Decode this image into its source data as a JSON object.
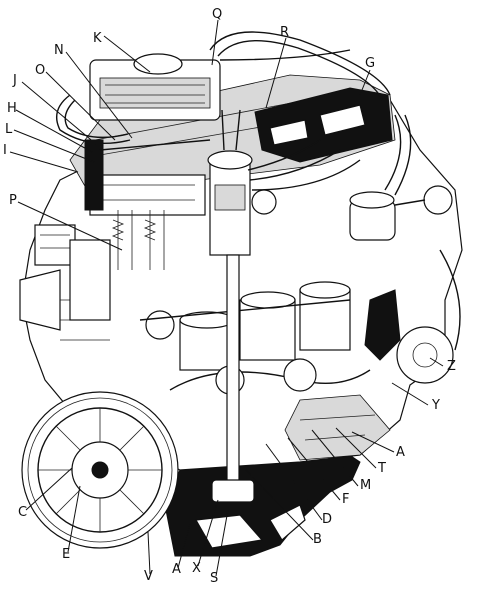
{
  "diagram": {
    "labels": [
      "Q",
      "K",
      "R",
      "N",
      "G",
      "O",
      "J",
      "H",
      "L",
      "I",
      "P",
      "Z",
      "Y",
      "A",
      "T",
      "M",
      "F",
      "D",
      "B",
      "S",
      "X",
      "A",
      "V",
      "E",
      "C"
    ]
  },
  "colors": {
    "ink": "#111111",
    "paper": "#ffffff",
    "shade": "#6f6f6f"
  }
}
